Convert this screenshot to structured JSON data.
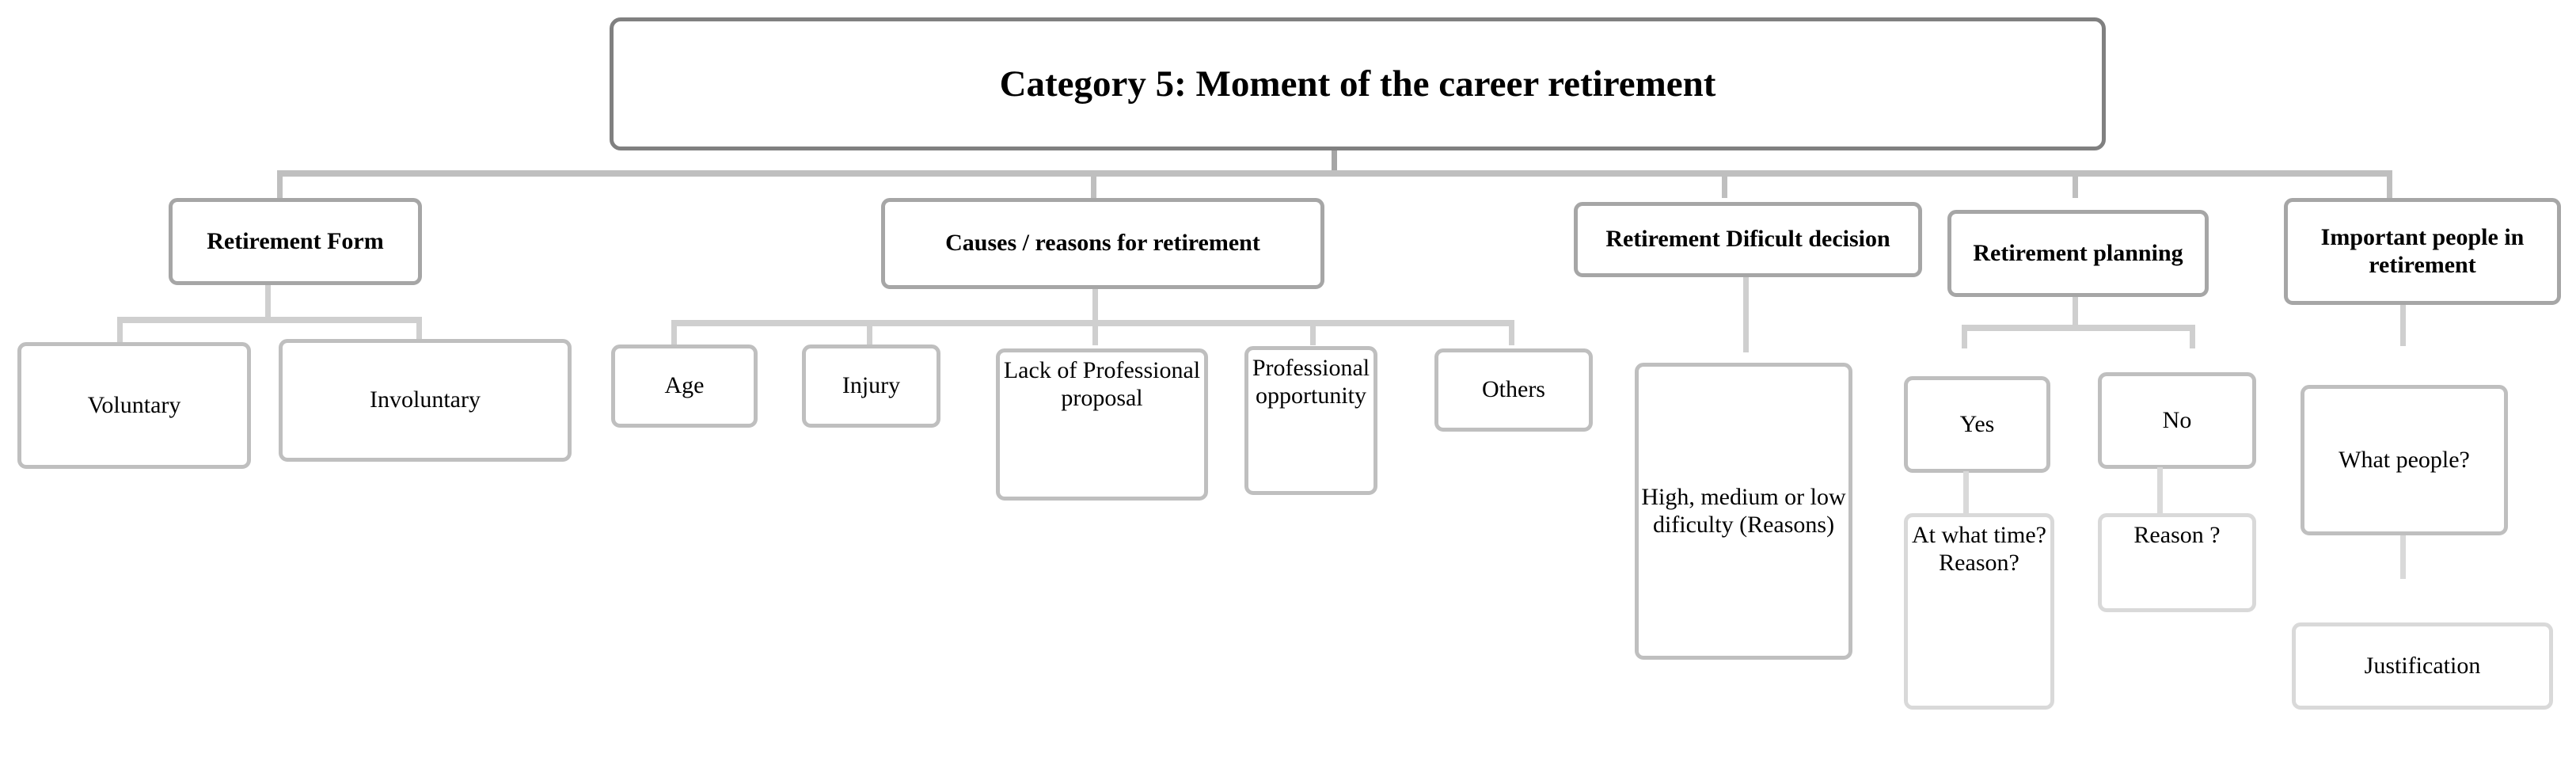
{
  "diagram": {
    "type": "hierarchy-tree",
    "title": "Category 5: Moment of the career retirement",
    "colors": {
      "root_border": "#808080",
      "level2_border": "#a6a6a6",
      "level3_border": "#bfbfbf",
      "level4_border": "#d9d9d9",
      "connector": "#bfbfbf",
      "box_fill": "#ffffff",
      "text": "#000000"
    },
    "root": {
      "label": "Category 5: Moment of the career retirement"
    },
    "branches": [
      {
        "label": "Retirement Form",
        "children": [
          {
            "label": "Voluntary"
          },
          {
            "label": "Involuntary"
          }
        ]
      },
      {
        "label": "Causes / reasons for retirement",
        "children": [
          {
            "label": "Age"
          },
          {
            "label": "Injury"
          },
          {
            "label": "Lack of Professional proposal"
          },
          {
            "label": "Professional opportunity"
          },
          {
            "label": "Others"
          }
        ]
      },
      {
        "label": "Retirement Dificult decision",
        "children": [
          {
            "label": "High, medium or low dificulty (Reasons)"
          }
        ]
      },
      {
        "label": "Retirement planning",
        "children": [
          {
            "label": "Yes",
            "children": [
              {
                "label": "At what time? Reason?"
              }
            ]
          },
          {
            "label": "No",
            "children": [
              {
                "label": "Reason ?"
              }
            ]
          }
        ]
      },
      {
        "label": "Important people in retirement",
        "children": [
          {
            "label": "What people?",
            "children": [
              {
                "label": "Justification"
              }
            ]
          }
        ]
      }
    ]
  }
}
